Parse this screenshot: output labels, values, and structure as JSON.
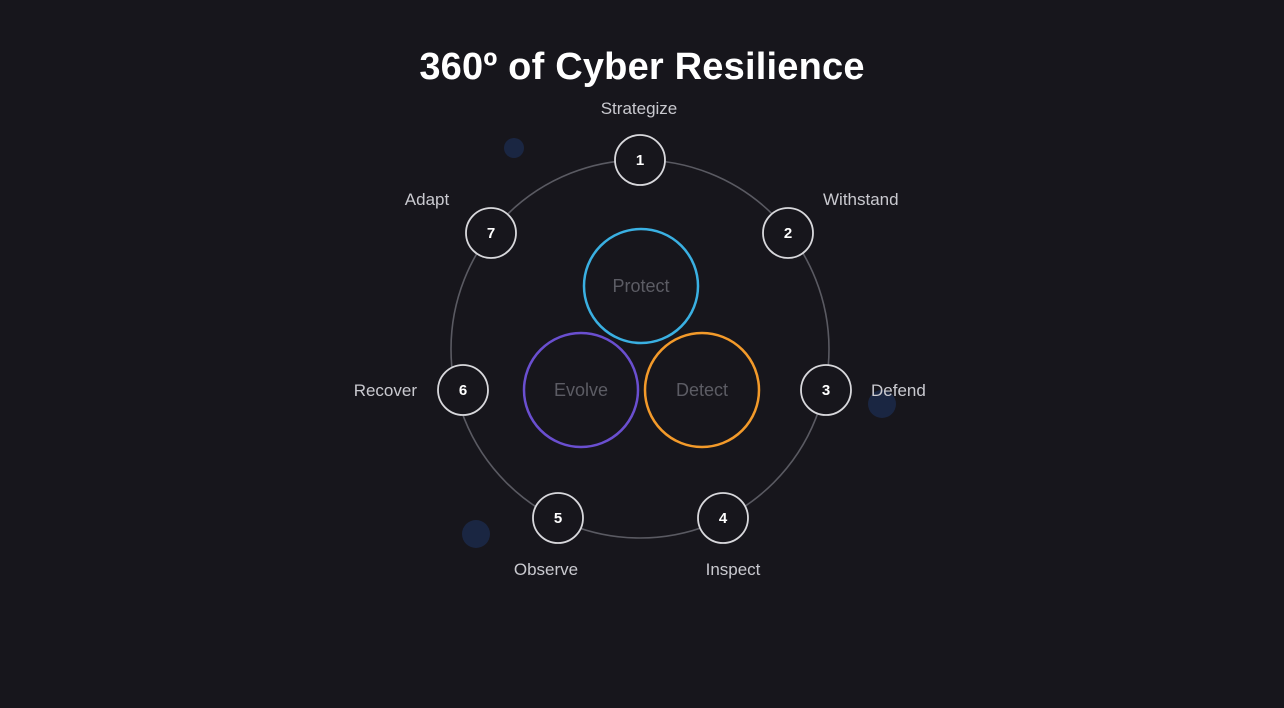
{
  "title": "360º of Cyber Resilience",
  "steps": [
    {
      "number": "1",
      "label": "Strategize"
    },
    {
      "number": "2",
      "label": "Withstand"
    },
    {
      "number": "3",
      "label": "Defend"
    },
    {
      "number": "4",
      "label": "Inspect"
    },
    {
      "number": "5",
      "label": "Observe"
    },
    {
      "number": "6",
      "label": "Recover"
    },
    {
      "number": "7",
      "label": "Adapt"
    }
  ],
  "core": [
    {
      "label": "Protect",
      "color": "#3ab0e2"
    },
    {
      "label": "Evolve",
      "color": "#6a4fd0"
    },
    {
      "label": "Detect",
      "color": "#f39a2a"
    }
  ],
  "colors": {
    "background": "#17161c",
    "ring": "#5a5a62",
    "node_stroke": "#d8d8dc",
    "title": "#ffffff"
  }
}
